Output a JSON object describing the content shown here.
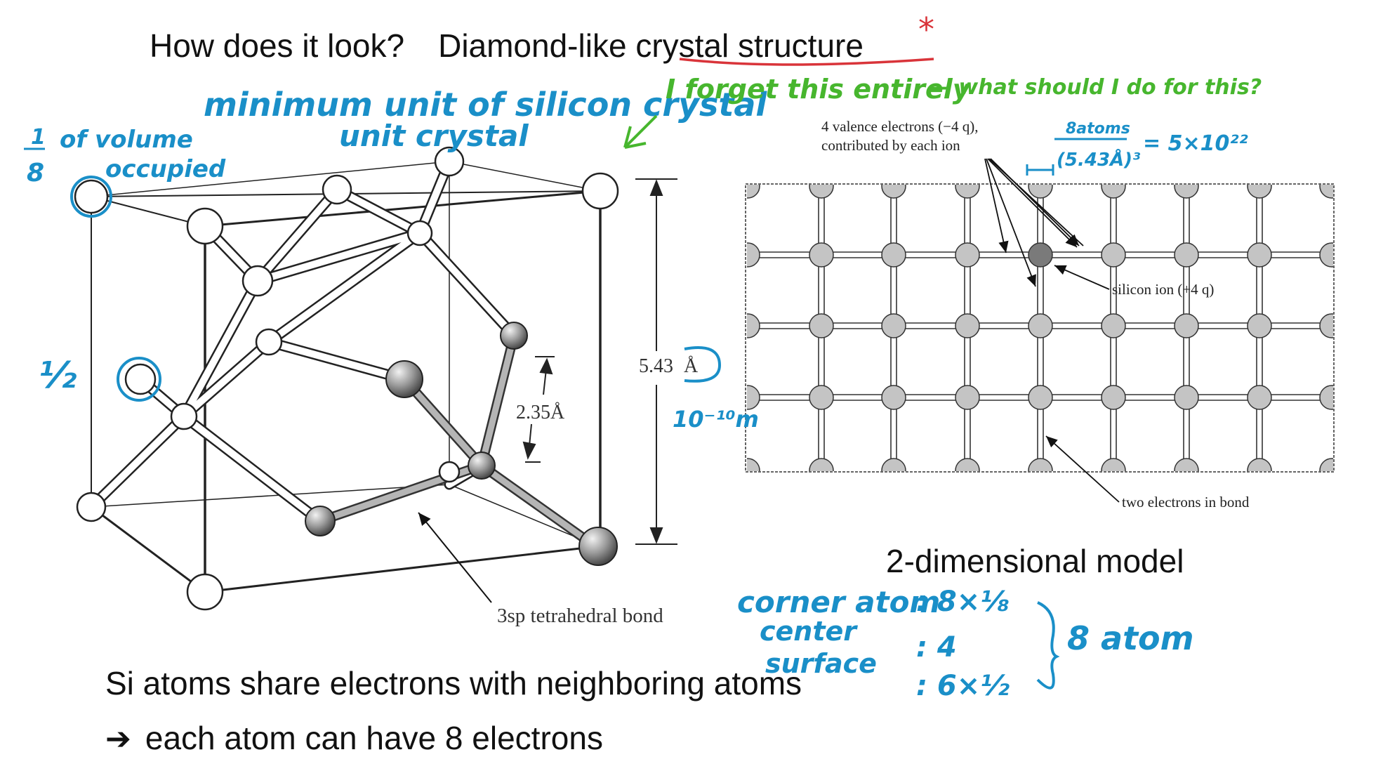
{
  "title": {
    "question": "How does it look?",
    "prefix": "Diamond-like ",
    "highlight": "crystal structure"
  },
  "crystal_diagram": {
    "lattice_constant": "5.43",
    "lattice_unit": "Å",
    "bond_length": "2.35Å",
    "bond_label": "3sp tetrahedral bond"
  },
  "two_d_model": {
    "caption": "2-dimensional model",
    "valence_label_line1": "4 valence electrons (−4 q),",
    "valence_label_line2": "contributed by each ion",
    "ion_label": "silicon ion (+4 q)",
    "bond_electrons_label": "two electrons in bond"
  },
  "body": {
    "line1": "Si atoms share electrons with neighboring atoms",
    "line2": "each atom can have 8 electrons"
  },
  "annotations": {
    "minimum_unit": "minimum unit of silicon crystal",
    "unit_crystal": "unit crystal",
    "volume_fraction": "1",
    "volume_denominator": "8",
    "volume_text_line1": "of volume",
    "volume_text_line2": "occupied",
    "half": "½",
    "length_power": "10⁻¹⁰m",
    "forget_note": "I forget this entirely",
    "question_note": "— what should I do for this?",
    "density_numerator": "8atoms",
    "density_denominator": "(5.43Å)³",
    "density_result": "= 5×10²²",
    "corner_atom": "corner atom",
    "center": "center",
    "surface": "surface",
    "corner_count": ": 8×⅛",
    "center_count": ": 4",
    "surface_count": ": 6×½",
    "total_atoms": "8 atom"
  },
  "colors": {
    "ink": "#111111",
    "annotation_blue": "#1a8fc8",
    "annotation_green": "#47b62e",
    "underline_red": "#d9343a"
  }
}
